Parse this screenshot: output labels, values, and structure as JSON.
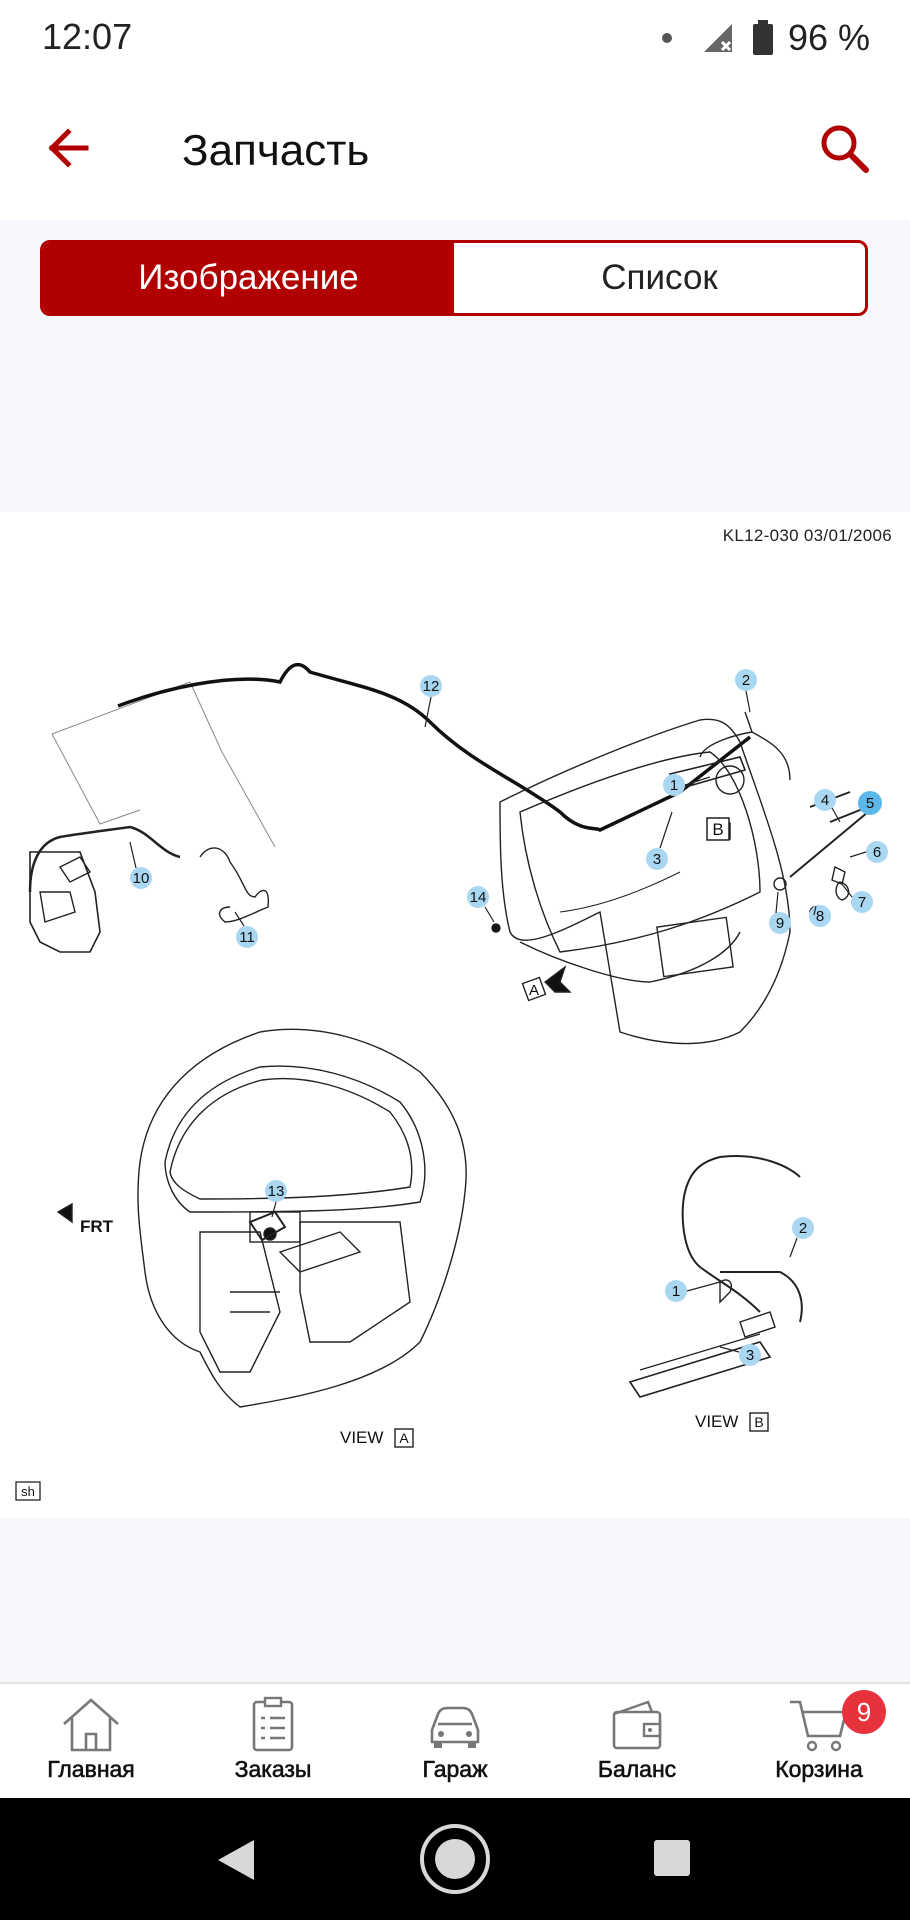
{
  "status_bar": {
    "time": "12:07",
    "battery": "96 %",
    "icons": [
      "notification-dot-icon",
      "signal-icon",
      "battery-icon"
    ]
  },
  "app_bar": {
    "title": "Запчасть",
    "back_icon": "arrow-left-icon",
    "search_icon": "search-icon",
    "accent_color": "#b00000"
  },
  "tabs": [
    {
      "label": "Изображение",
      "active": true
    },
    {
      "label": "Список",
      "active": false
    }
  ],
  "diagram": {
    "code": "KL12-030  03/01/2006",
    "view_a_label": "VIEW",
    "view_a_letter": "A",
    "view_b_label": "VIEW",
    "view_b_letter": "B",
    "frt_label": "FRT",
    "sh_label": "sh",
    "arrow_a_letter": "A",
    "callout_b_letter": "B",
    "callouts": [
      "1",
      "2",
      "3",
      "4",
      "5",
      "6",
      "7",
      "8",
      "9",
      "10",
      "11",
      "12",
      "13",
      "14",
      "1",
      "2",
      "3"
    ]
  },
  "bottom_nav": [
    {
      "label": "Главная",
      "icon": "home-icon"
    },
    {
      "label": "Заказы",
      "icon": "orders-list-icon"
    },
    {
      "label": "Гараж",
      "icon": "car-icon"
    },
    {
      "label": "Баланс",
      "icon": "wallet-icon"
    },
    {
      "label": "Корзина",
      "icon": "cart-icon",
      "badge": "9"
    }
  ],
  "system_nav": [
    "back-triangle-icon",
    "home-circle-icon",
    "recents-square-icon"
  ]
}
